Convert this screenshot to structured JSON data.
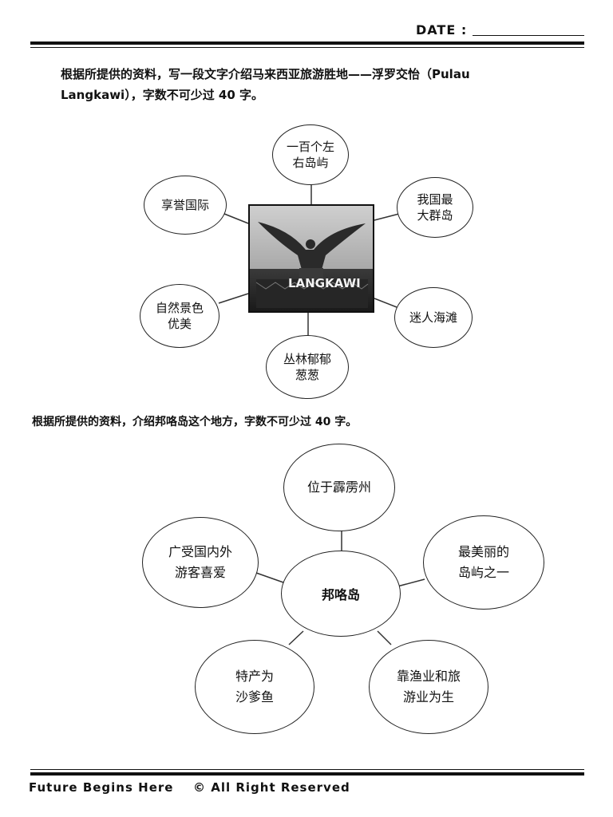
{
  "header": {
    "date_label": "DATE :"
  },
  "section1": {
    "prompt": "根据所提供的资料，写一段文字介绍马来西亚旅游胜地——浮罗交怡（Pulau Langkawi），字数不可少过 40 字。",
    "photo_caption": "LANGKAWI",
    "bubbles": [
      "一百个左\n右岛屿",
      "我国最\n大群岛",
      "迷人海滩",
      "丛林郁郁\n葱葱",
      "自然景色\n优美",
      "享誉国际"
    ]
  },
  "section2": {
    "prompt": "根据所提供的资料，介绍邦咯岛这个地方，字数不可少过 40 字。",
    "center": "邦咯岛",
    "bubbles": [
      "位于霹雳州",
      "最美丽的\n岛屿之一",
      "靠渔业和旅\n游业为生",
      "特产为\n沙爹鱼",
      "广受国内外\n游客喜爱"
    ]
  },
  "footer": {
    "left": "Future Begins Here",
    "right": "© All Right Reserved"
  }
}
